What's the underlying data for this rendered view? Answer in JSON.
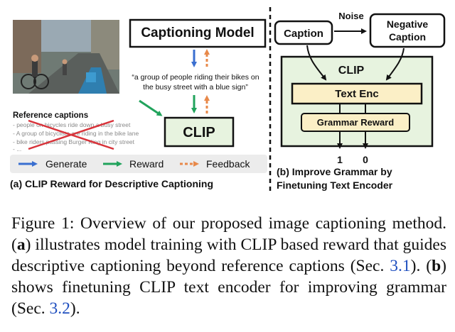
{
  "panel_a": {
    "model_box": "Captioning Model",
    "generated_caption_line1": "“a group of people riding their bikes on",
    "generated_caption_line2": "the busy street with a blue sign”",
    "clip_box": "CLIP",
    "reference_title": "Reference captions",
    "reference_captions": [
      "- people on bicycles ride down a busy street",
      "- A group of bicyclists are riding in the bike lane",
      "- bike riders passing Burger King in city street",
      "- ..."
    ],
    "legend": [
      {
        "label": "Generate",
        "color": "#3a6fd0"
      },
      {
        "label": "Reward",
        "color": "#21a35c"
      },
      {
        "label": "Feedback",
        "color": "#e8894a"
      }
    ],
    "title": "(a) CLIP Reward for Descriptive Captioning"
  },
  "panel_b": {
    "caption_box": "Caption",
    "noise_label": "Noise",
    "negative_line1": "Negative",
    "negative_line2": "Caption",
    "clip_label": "CLIP",
    "text_enc": "Text Enc",
    "grammar_reward": "Grammar Reward",
    "out_1": "1",
    "out_0": "0",
    "title_line1": "(b) Improve Grammar by",
    "title_line2": "Finetuning Text Encoder"
  },
  "figure_caption": {
    "prefix": "Figure 1: Overview of our proposed image captioning method. (",
    "a": "a",
    "middle1": ") illustrates model training with CLIP based reward that guides descriptive captioning beyond reference captions (Sec. ",
    "ref1": "3.1",
    "middle2": "). (",
    "b": "b",
    "middle3": ") shows finetuning CLIP text encoder for improving grammar (Sec. ",
    "ref2": "3.2",
    "suffix": ")."
  },
  "colors": {
    "clip_fill": "#e7f3df",
    "text_enc_fill": "#fbefc6",
    "generate": "#3a6fd0",
    "reward": "#21a35c",
    "feedback": "#e8894a"
  }
}
